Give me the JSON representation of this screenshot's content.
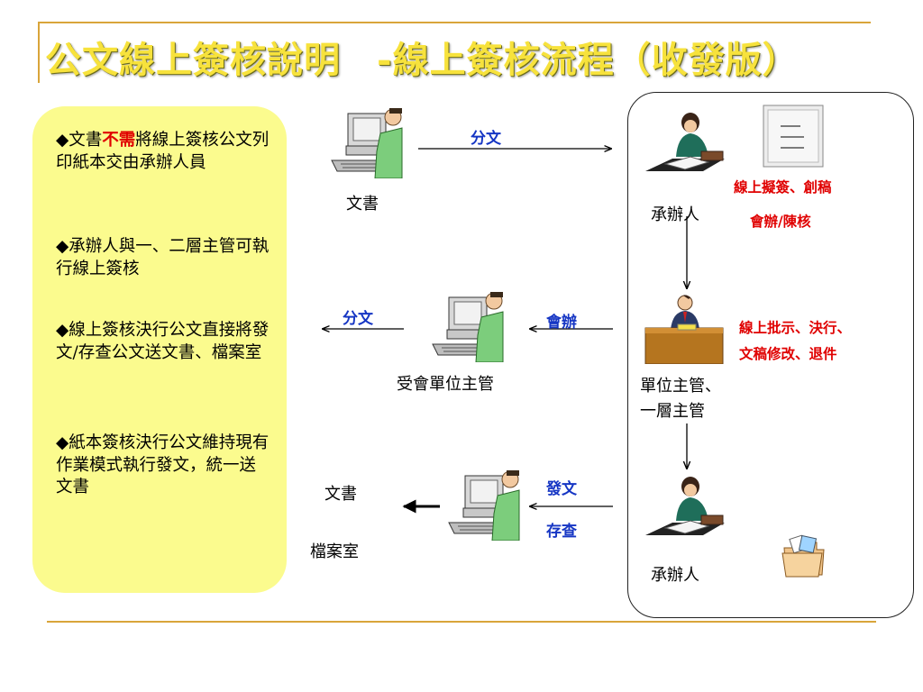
{
  "title": {
    "main": "公文線上簽核說明",
    "sub": "-線上簽核流程（收發版）"
  },
  "notes": [
    {
      "prefix": "◆文書",
      "highlight": "不需",
      "rest": "將線上簽核公文列印紙本交由承辦人員"
    },
    {
      "text": "◆承辦人與一、二層主管可執行線上簽核"
    },
    {
      "text": "◆線上簽核決行公文直接將發文/存查公文送文書、檔案室"
    },
    {
      "text": "◆紙本簽核決行公文維持現有作業模式執行發文，統一送文書"
    }
  ],
  "nodes": {
    "clerk_top": "文書",
    "handler_top": "承辦人",
    "receiving_supervisor": "受會單位主管",
    "supervisor_line1": "單位主管、",
    "supervisor_line2": "一層主管",
    "handler_bottom": "承辦人",
    "clerk_bottom": "文書",
    "archive": "檔案室"
  },
  "arrow_labels": {
    "distribute_top": "分文",
    "distribute_left": "分文",
    "joint_review": "會辦",
    "send_out": "發文",
    "archive_check": "存查"
  },
  "actions": {
    "handler_line1": "線上擬簽、創稿",
    "handler_line2": "會辦/陳核",
    "supervisor_line1": "線上批示、決行、",
    "supervisor_line2": "文稿修改、退件"
  },
  "colors": {
    "title": "#f7e23c",
    "rule": "#d9a53a",
    "note_bg": "#fbfb8e",
    "highlight": "#e00000",
    "arrow_label": "#1636c4"
  }
}
